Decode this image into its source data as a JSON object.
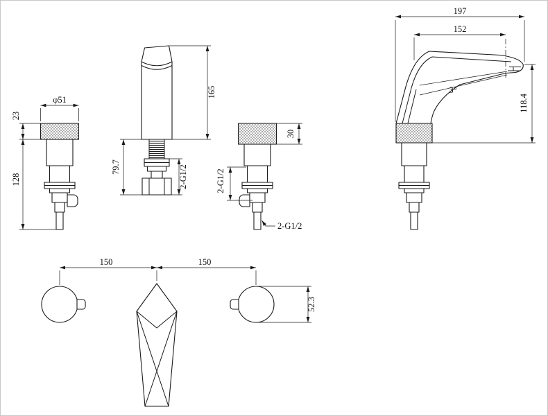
{
  "drawing": {
    "background": "#ffffff",
    "line_color": "#1a1a1a",
    "handle_left": {
      "diameter": "φ51",
      "cap_height": "23",
      "body_height": "128"
    },
    "spout_front": {
      "overall_height": "165",
      "shank_height": "79.7",
      "thread": "2-G1/2"
    },
    "handle_right": {
      "cap_height": "30",
      "thread": "2-G1/2",
      "outlet_thread": "2-G1/2"
    },
    "spout_side": {
      "overall_length": "197",
      "spout_reach": "152",
      "angle": "3°",
      "outlet_height": "118.4"
    },
    "plan": {
      "pitch_left": "150",
      "pitch_right": "150",
      "handle_diameter": "52.3"
    }
  }
}
